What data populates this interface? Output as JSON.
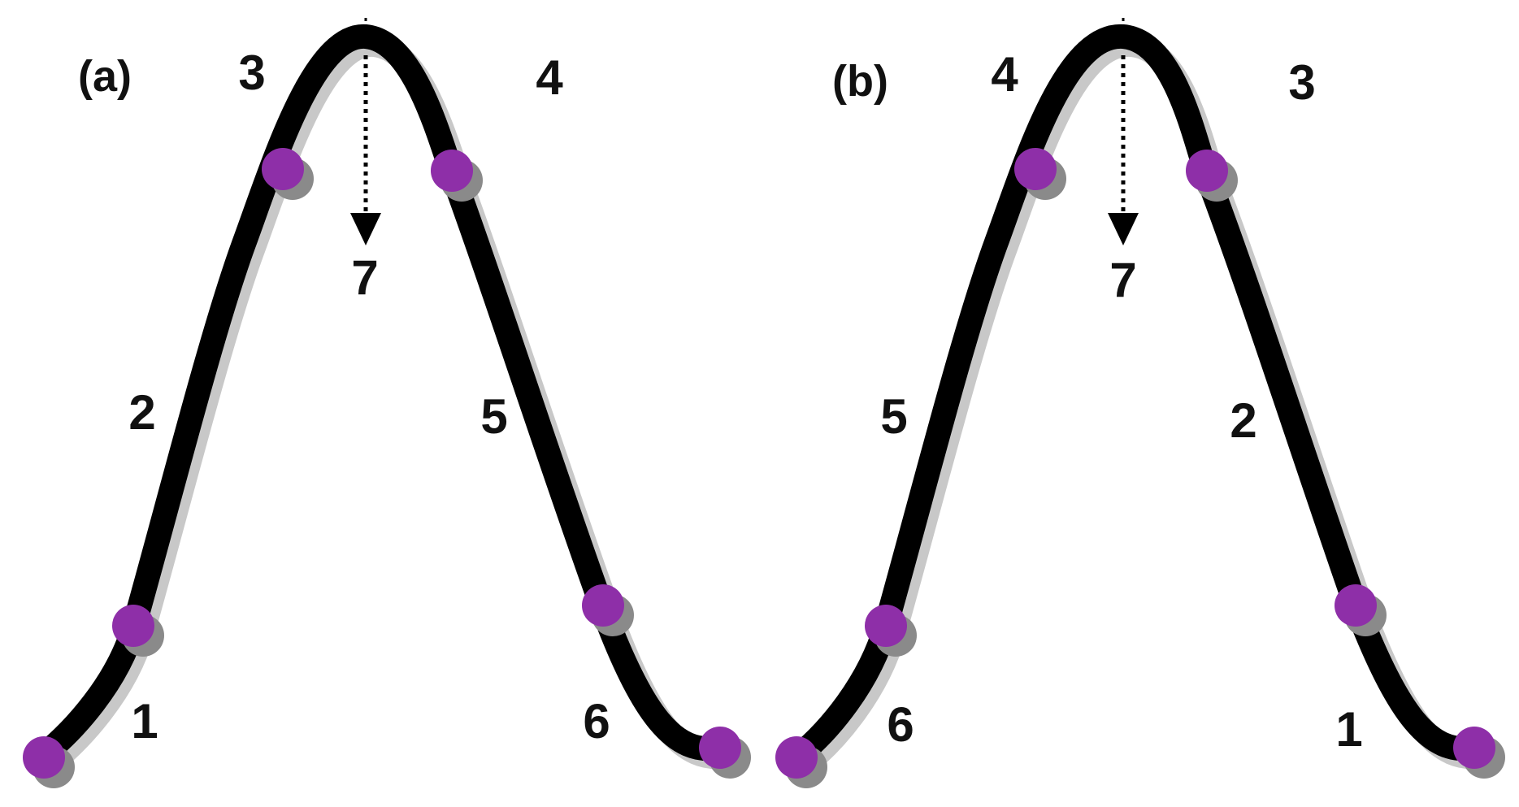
{
  "panels": [
    {
      "label": "(a)",
      "segment_labels": [
        "1",
        "2",
        "3",
        "4",
        "5",
        "6"
      ],
      "peak_label": "7"
    },
    {
      "label": "(b)",
      "segment_labels": [
        "6",
        "5",
        "4",
        "3",
        "2",
        "1"
      ],
      "peak_label": "7"
    }
  ],
  "colors": {
    "curve": "#000000",
    "curve_shadow": "#c8c8c8",
    "node": "#8e2fa8",
    "node_shadow": "#8a8a8a",
    "text": "#111111"
  }
}
